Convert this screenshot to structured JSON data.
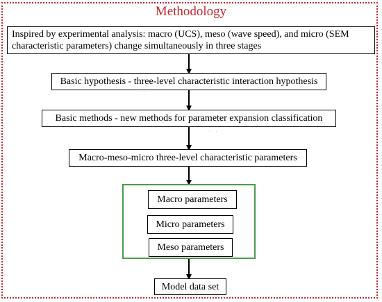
{
  "title": "Methodology",
  "boxes": {
    "inspiration": "Inspired by experimental analysis: macro (UCS), meso (wave speed), and micro (SEM characteristic parameters) change simultaneously in three stages",
    "hypothesis": "Basic hypothesis - three-level characteristic interaction hypothesis",
    "methods": "Basic methods - new methods for parameter expansion classification",
    "parameters": "Macro-meso-micro three-level characteristic parameters",
    "macro": "Macro parameters",
    "micro": "Micro parameters",
    "meso": "Meso parameters",
    "dataset": "Model data set"
  },
  "colors": {
    "frame": "#c0282d",
    "title": "#c0282d",
    "group_border": "#4c9a4c",
    "box_border": "#000000"
  }
}
